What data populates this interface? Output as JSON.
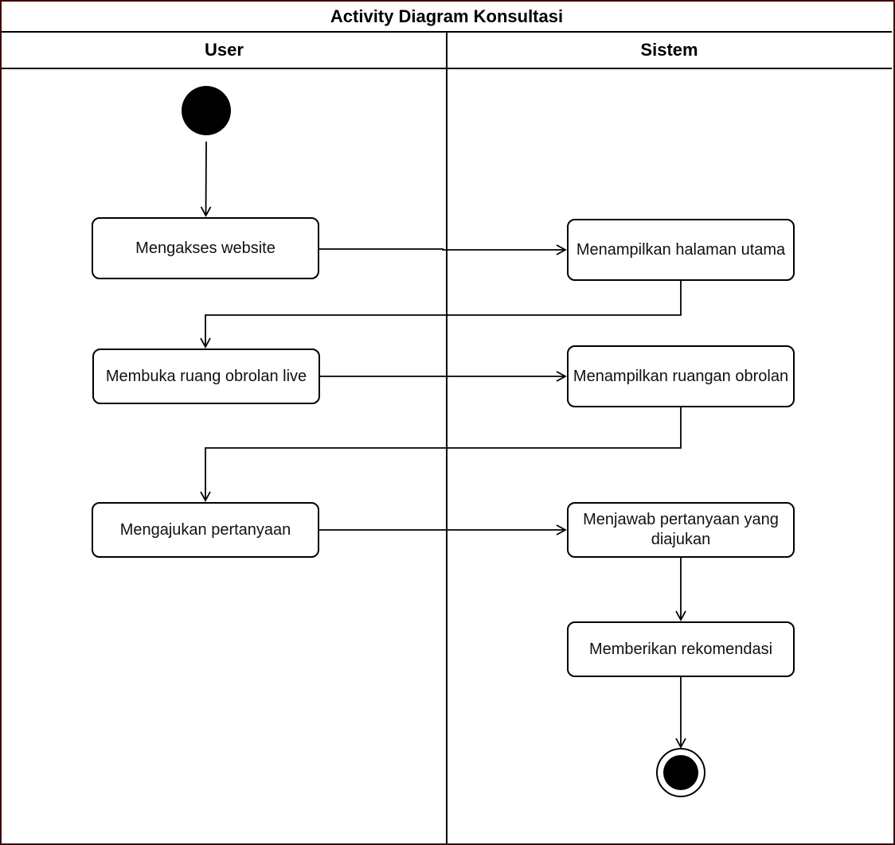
{
  "diagram": {
    "title": "Activity Diagram Konsultasi",
    "lanes": {
      "user": "User",
      "sistem": "Sistem"
    },
    "activities": {
      "a1": "Mengakses website",
      "a2": "Menampilkan halaman utama",
      "a3": "Membuka ruang obrolan live",
      "a4": "Menampilkan ruangan obrolan",
      "a5": "Mengajukan pertanyaan",
      "a6": "Menjawab pertanyaan yang diajukan",
      "a7": "Memberikan rekomendasi"
    },
    "colors": {
      "frame": "#3a0a0a",
      "line": "#000000"
    }
  }
}
